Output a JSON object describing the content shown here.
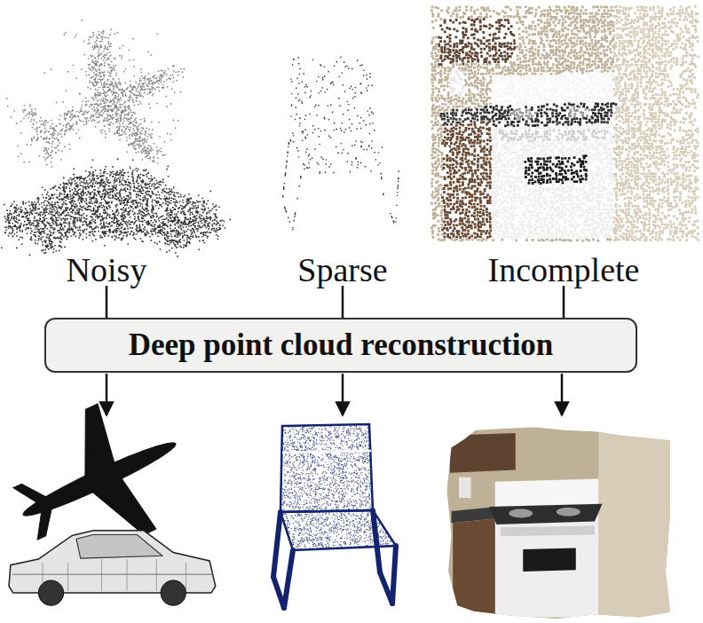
{
  "diagram": {
    "nodes": [
      {
        "text": [
          "Noisy"
        ]
      },
      {
        "text": [
          "Sparse"
        ]
      },
      {
        "text": [
          "Incomplete"
        ]
      },
      {
        "text": [
          "Deep point cloud reconstruction"
        ]
      }
    ],
    "edges": [
      {
        "from": 0,
        "to": 3,
        "arrow": "none"
      },
      {
        "from": 1,
        "to": 3,
        "arrow": "none"
      },
      {
        "from": 2,
        "to": 3,
        "arrow": "none"
      }
    ]
  }
}
